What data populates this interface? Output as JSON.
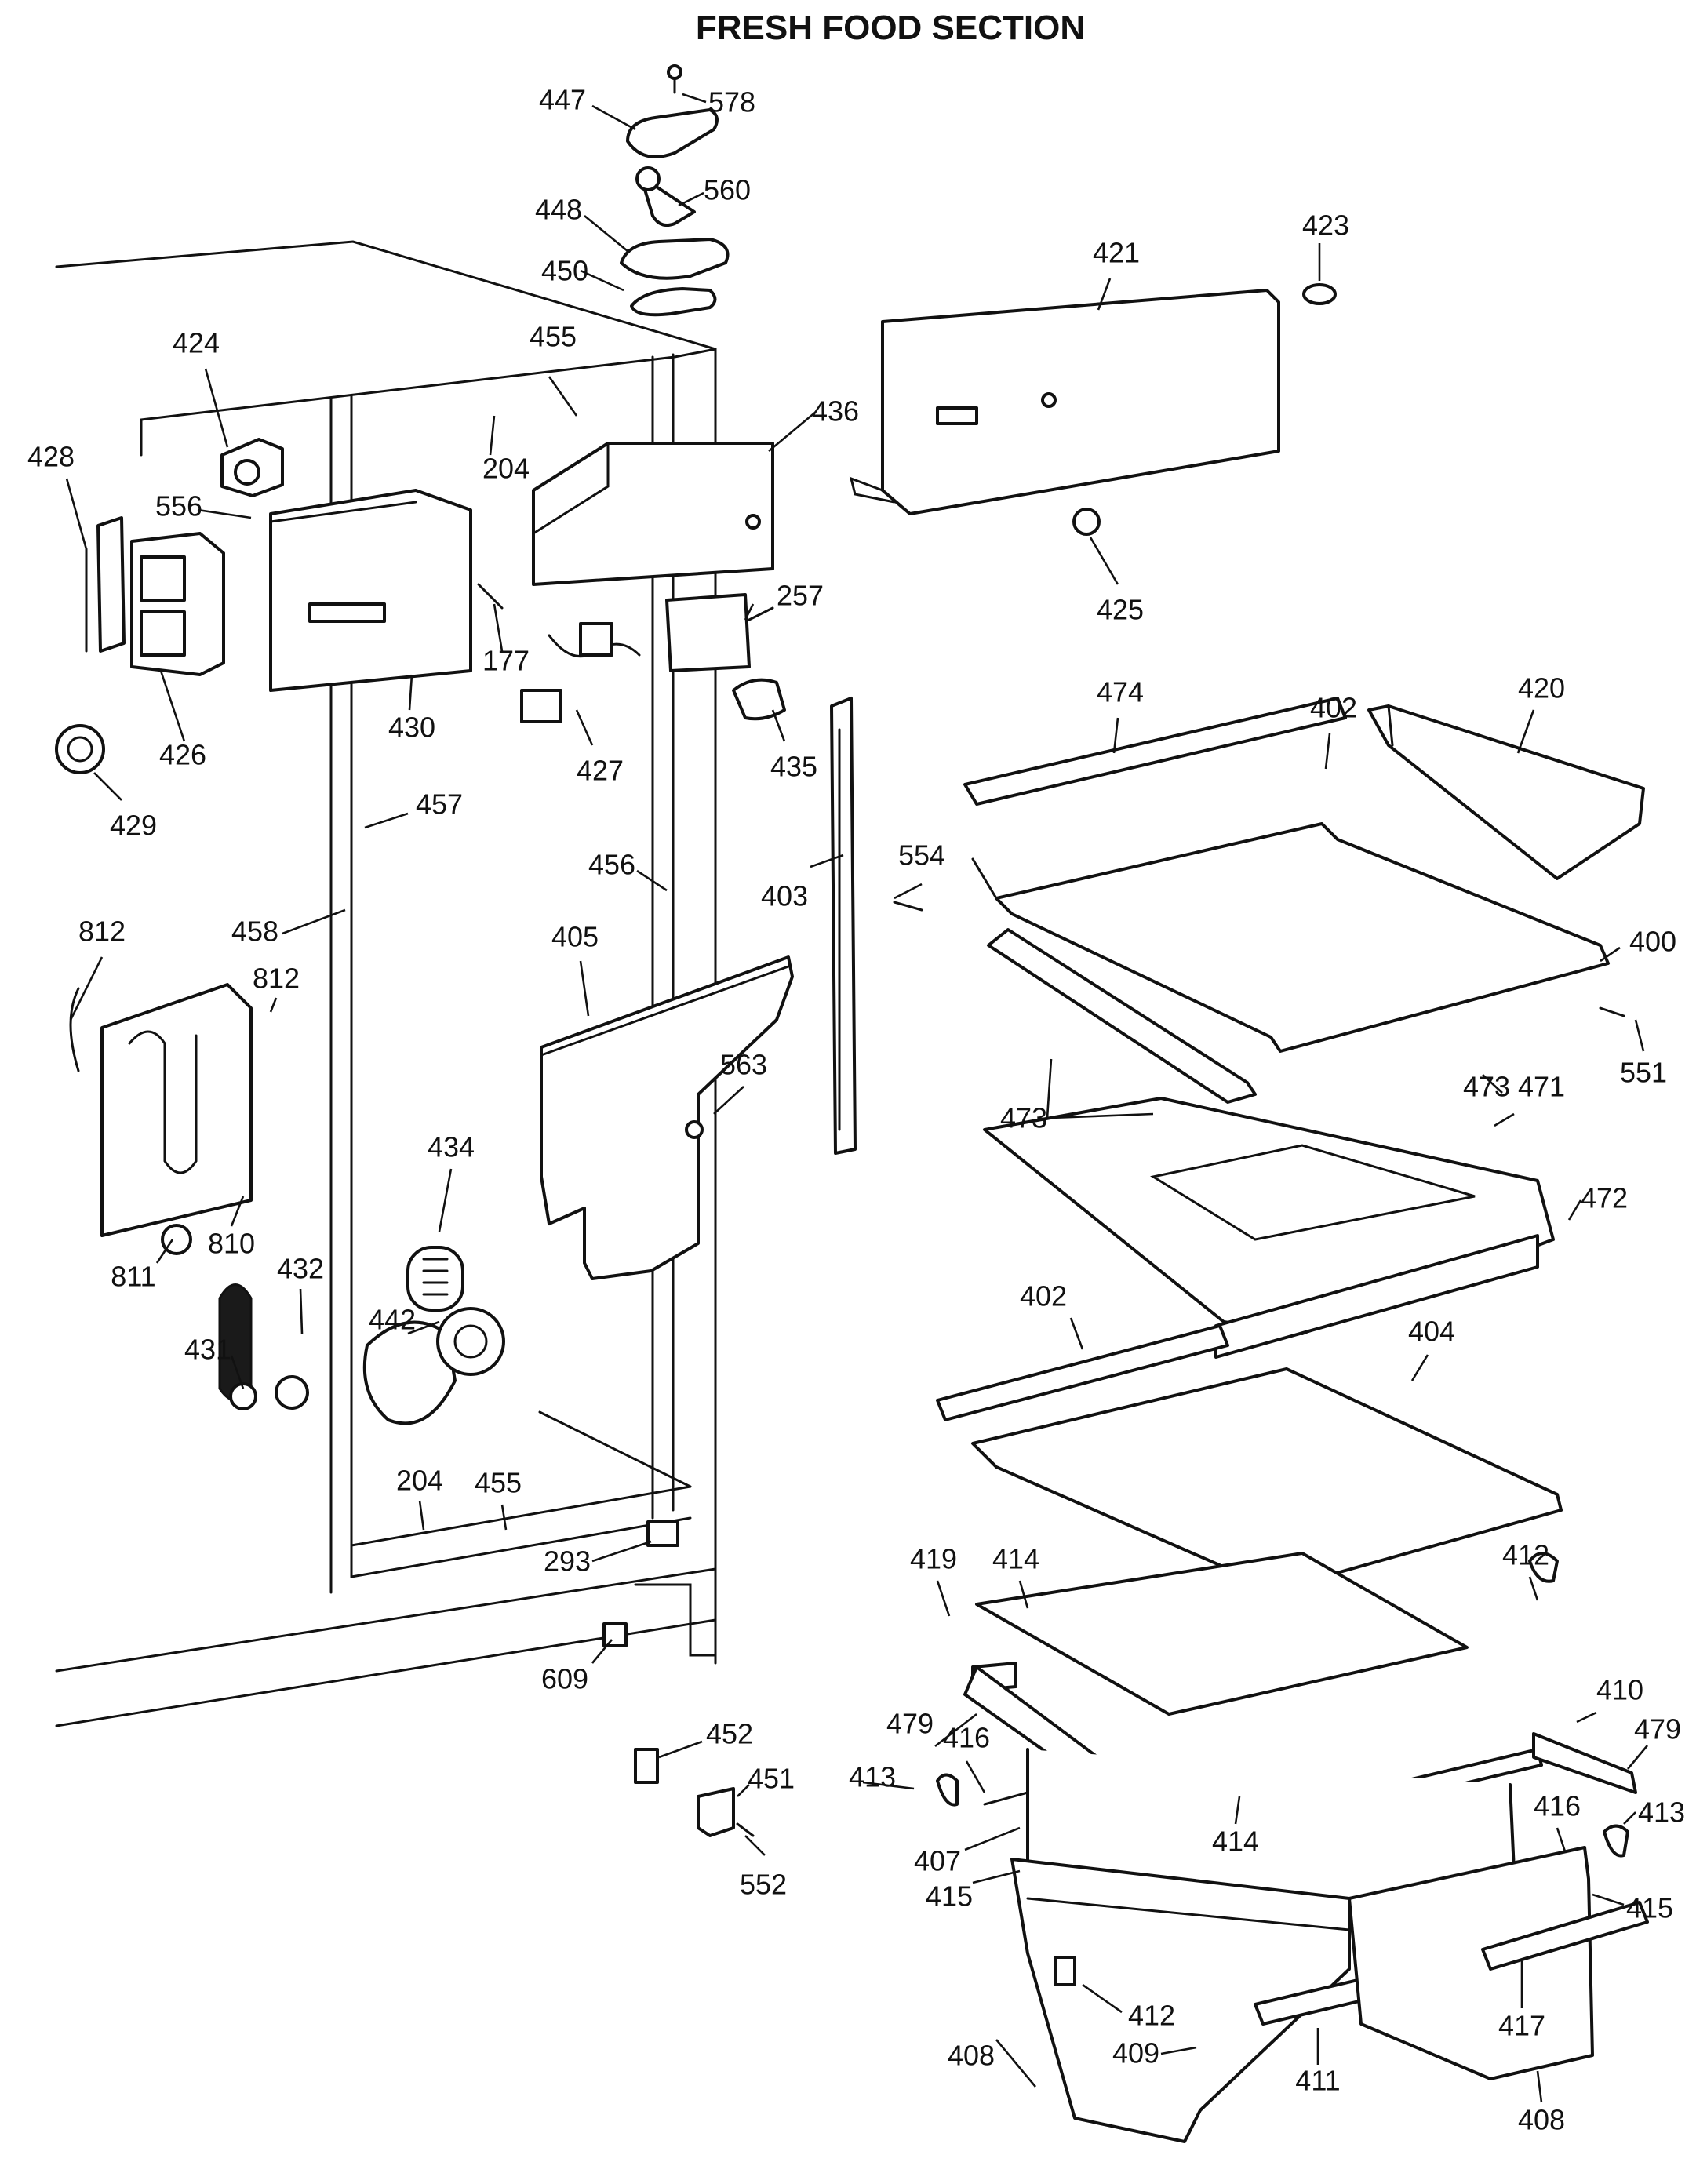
{
  "title": "FRESH FOOD SECTION",
  "callouts": [
    "447",
    "578",
    "560",
    "448",
    "450",
    "421",
    "423",
    "424",
    "455",
    "436",
    "428",
    "204",
    "556",
    "425",
    "426",
    "177",
    "430",
    "257",
    "429",
    "427",
    "435",
    "474",
    "402",
    "420",
    "457",
    "456",
    "554",
    "403",
    "400",
    "812",
    "458",
    "405",
    "812",
    "551",
    "563",
    "473",
    "473",
    "471",
    "434",
    "810",
    "472",
    "432",
    "811",
    "442",
    "402",
    "404",
    "431",
    "455",
    "204",
    "293",
    "419",
    "414",
    "412",
    "609",
    "410",
    "479",
    "479",
    "452",
    "416",
    "451",
    "413",
    "413",
    "416",
    "552",
    "414",
    "407",
    "415",
    "415",
    "412",
    "417",
    "408",
    "409",
    "411",
    "408"
  ]
}
